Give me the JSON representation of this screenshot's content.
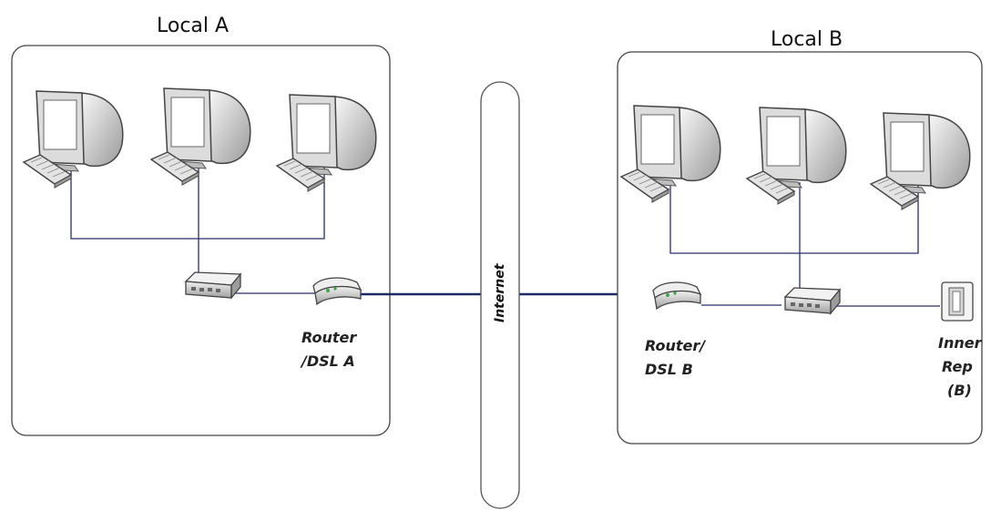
{
  "diagram": {
    "local_a": {
      "title": "Local A",
      "router_label_line1": "Router",
      "router_label_line2": "/DSL A"
    },
    "local_b": {
      "title": "Local B",
      "router_label_line1": "Router/",
      "router_label_line2": "DSL B",
      "repeater_label_line1": "Inner",
      "repeater_label_line2": "Rep",
      "repeater_label_line3": "(B)"
    },
    "internet_label": "Internet",
    "icons": {
      "workstation": "computer-icon",
      "switch": "switch-icon",
      "router": "router-icon",
      "repeater": "repeater-icon"
    },
    "colors": {
      "link": "#2a2f6e",
      "wan_link": "#1f2a63",
      "outline": "#444444"
    }
  }
}
